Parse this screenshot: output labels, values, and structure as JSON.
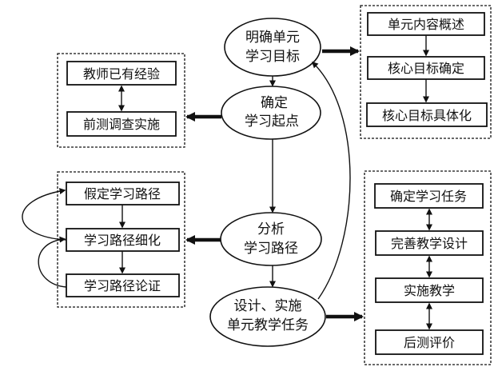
{
  "ellipses": {
    "goal": {
      "line1": "明确单元",
      "line2": "学习目标"
    },
    "start": {
      "line1": "确定",
      "line2": "学习起点"
    },
    "path": {
      "line1": "分析",
      "line2": "学习路径"
    },
    "design": {
      "line1": "设计、实施",
      "line2": "单元教学任务"
    }
  },
  "groups": {
    "goal_steps": [
      "单元内容概述",
      "核心目标确定",
      "核心目标具体化"
    ],
    "start_steps": [
      "教师已有经验",
      "前测调查实施"
    ],
    "path_steps": [
      "假定学习路径",
      "学习路径细化",
      "学习路径论证"
    ],
    "task_steps": [
      "确定学习任务",
      "完善教学设计",
      "实施教学",
      "后测评价"
    ]
  },
  "colors": {
    "ink": "#111111",
    "background": "#ffffff"
  }
}
